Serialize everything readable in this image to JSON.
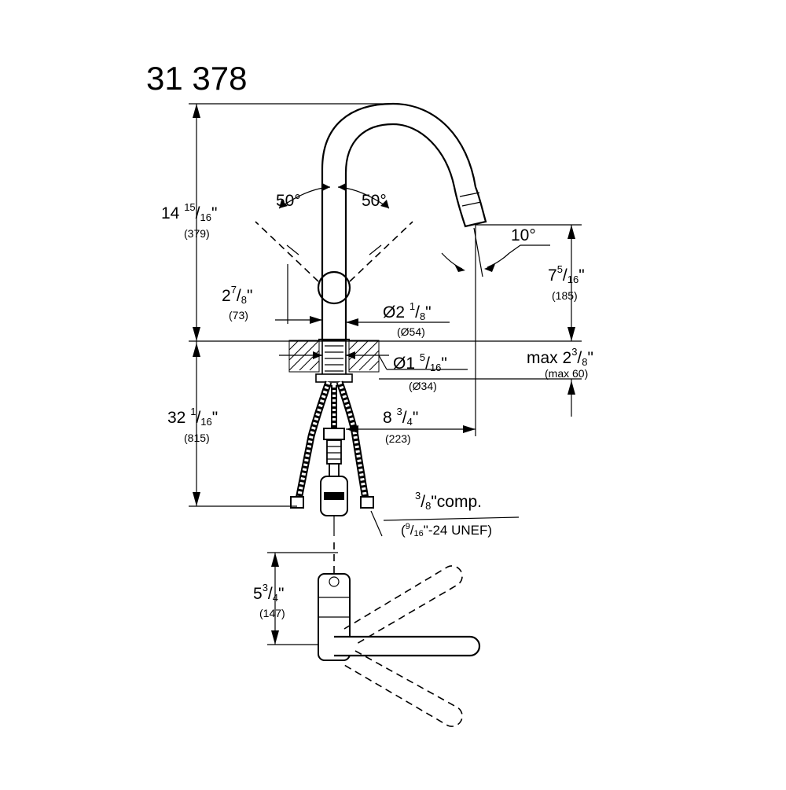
{
  "model_number": "31 378",
  "dims": {
    "height_total": {
      "whole": "14",
      "num": "15",
      "den": "16",
      "unit": "\"",
      "mm": "(379)"
    },
    "handle_offset": {
      "whole": "2",
      "num": "7",
      "den": "8",
      "unit": "\"",
      "mm": "(73)"
    },
    "body_diameter": {
      "prefix": "Ø2",
      "num": "1",
      "den": "8",
      "unit": "\"",
      "mm": "(Ø54)"
    },
    "hole_diameter": {
      "prefix": "Ø1",
      "num": "5",
      "den": "16",
      "unit": "\"",
      "mm": "(Ø34)"
    },
    "spout_height": {
      "whole": "7",
      "num": "5",
      "den": "16",
      "unit": "\"",
      "mm": "(185)"
    },
    "max_thickness": {
      "prefix": "max 2",
      "num": "3",
      "den": "8",
      "unit": "\"",
      "mm": "(max 60)"
    },
    "spout_reach": {
      "whole": "8",
      "num": "3",
      "den": "4",
      "unit": "\"",
      "mm": "(223)"
    },
    "hose_length": {
      "whole": "32",
      "num": "1",
      "den": "16",
      "unit": "\"",
      "mm": "(815)"
    },
    "top_view_depth": {
      "whole": "5",
      "num": "3",
      "den": "4",
      "unit": "\"",
      "mm": "(147)"
    }
  },
  "angles": {
    "left": "50°",
    "right": "50°",
    "spout_tilt": "10°"
  },
  "connection": {
    "comp_num": "3",
    "comp_den": "8",
    "comp_text": "\"comp.",
    "thread_open": "(",
    "thread_num": "9",
    "thread_den": "16",
    "thread_text": "\"-24 UNEF)"
  }
}
